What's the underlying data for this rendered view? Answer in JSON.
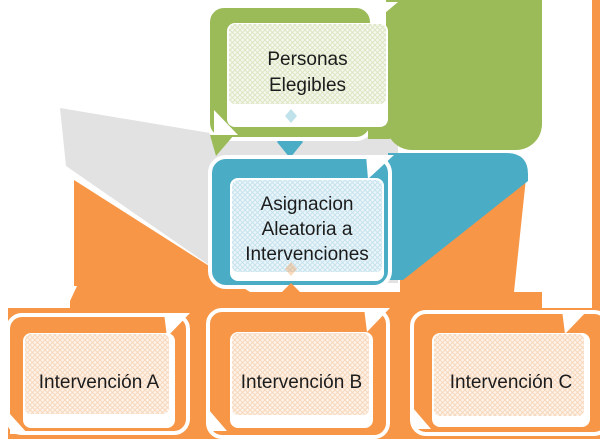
{
  "diagram": {
    "type": "flowchart",
    "description": "Randomized assignment flow diagram",
    "nodes": [
      {
        "id": "personas-elegibles",
        "lines": [
          "Personas",
          "Elegibles"
        ],
        "color": "#9BBB59"
      },
      {
        "id": "asignacion-aleatoria",
        "lines": [
          "Asignacion",
          "Aleatoria a",
          "Intervenciones"
        ],
        "color": "#4BACC6"
      },
      {
        "id": "intervencion-a",
        "lines": [
          "Intervención A"
        ],
        "color": "#F79646"
      },
      {
        "id": "intervencion-b",
        "lines": [
          "Intervención B"
        ],
        "color": "#F79646"
      },
      {
        "id": "intervencion-c",
        "lines": [
          "Intervención C"
        ],
        "color": "#F79646"
      }
    ],
    "connectors": [
      {
        "id": "eligibles-to-asignacion",
        "shape": "diamond",
        "color": "#4BACC6"
      },
      {
        "id": "asignacion-to-intervenciones",
        "shape": "diamond",
        "color": "#F79646"
      }
    ],
    "colors": {
      "green": "#9BBB59",
      "blue": "#4BACC6",
      "orange": "#F79646",
      "gray": "#E2E2E2",
      "white": "#FFFFFF",
      "text": "#1C1C1C"
    }
  }
}
